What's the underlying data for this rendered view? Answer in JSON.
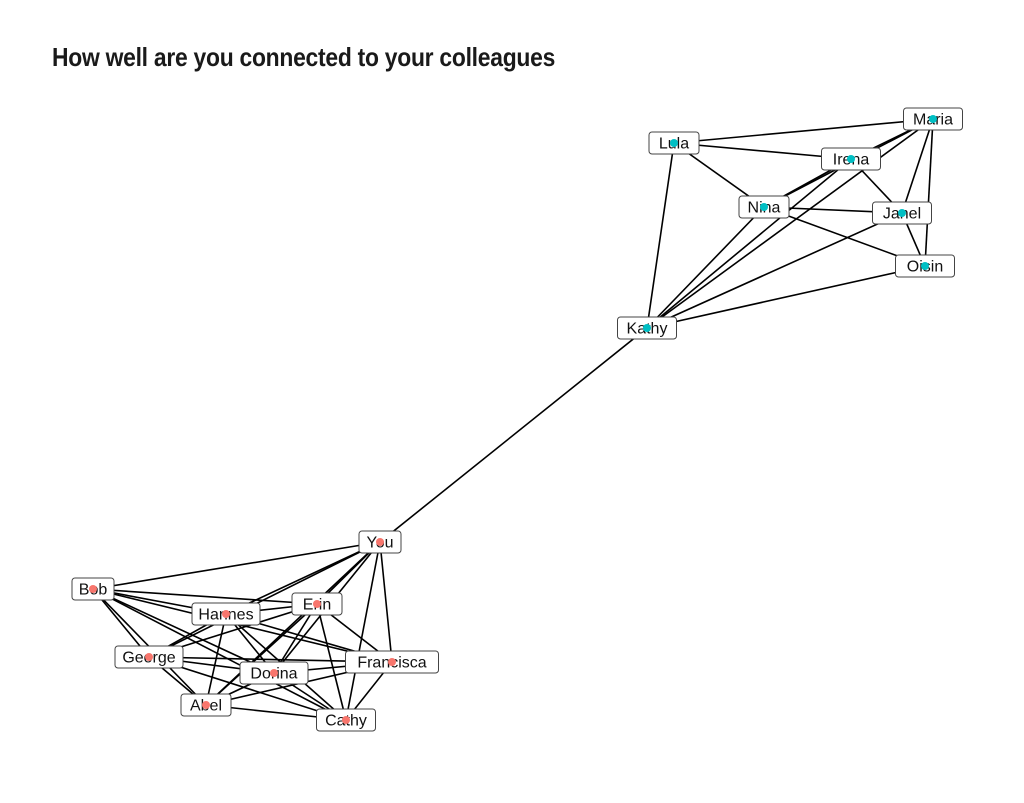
{
  "title": "How well are you connected to your colleagues",
  "colors": {
    "group_a": "#f8766d",
    "group_b": "#00bfc4",
    "edge": "#000000"
  },
  "nodes": [
    {
      "id": "You",
      "label": "You",
      "group": "a"
    },
    {
      "id": "Bob",
      "label": "Bob",
      "group": "a"
    },
    {
      "id": "Hannes",
      "label": "Hannes",
      "group": "a"
    },
    {
      "id": "Erin",
      "label": "Erin",
      "group": "a"
    },
    {
      "id": "George",
      "label": "George",
      "group": "a"
    },
    {
      "id": "Dorina",
      "label": "Dorina",
      "group": "a"
    },
    {
      "id": "Francisca",
      "label": "Francisca",
      "group": "a"
    },
    {
      "id": "Abel",
      "label": "Abel",
      "group": "a"
    },
    {
      "id": "Cathy",
      "label": "Cathy",
      "group": "a"
    },
    {
      "id": "Kathy",
      "label": "Kathy",
      "group": "b"
    },
    {
      "id": "Lula",
      "label": "Lula",
      "group": "b"
    },
    {
      "id": "Maria",
      "label": "Maria",
      "group": "b"
    },
    {
      "id": "Irena",
      "label": "Irena",
      "group": "b"
    },
    {
      "id": "Nina",
      "label": "Nina",
      "group": "b"
    },
    {
      "id": "Janel",
      "label": "Janel",
      "group": "b"
    },
    {
      "id": "Oisin",
      "label": "Oisin",
      "group": "b"
    }
  ],
  "edges": [
    [
      "You",
      "Kathy"
    ],
    [
      "You",
      "Bob"
    ],
    [
      "You",
      "Hannes"
    ],
    [
      "You",
      "Erin"
    ],
    [
      "You",
      "George"
    ],
    [
      "You",
      "Dorina"
    ],
    [
      "You",
      "Francisca"
    ],
    [
      "You",
      "Abel"
    ],
    [
      "You",
      "Cathy"
    ],
    [
      "Bob",
      "Hannes"
    ],
    [
      "Bob",
      "Erin"
    ],
    [
      "Bob",
      "George"
    ],
    [
      "Bob",
      "Dorina"
    ],
    [
      "Bob",
      "Francisca"
    ],
    [
      "Bob",
      "Abel"
    ],
    [
      "Bob",
      "Cathy"
    ],
    [
      "Hannes",
      "Erin"
    ],
    [
      "Hannes",
      "George"
    ],
    [
      "Hannes",
      "Dorina"
    ],
    [
      "Hannes",
      "Francisca"
    ],
    [
      "Hannes",
      "Abel"
    ],
    [
      "Hannes",
      "Cathy"
    ],
    [
      "Erin",
      "George"
    ],
    [
      "Erin",
      "Dorina"
    ],
    [
      "Erin",
      "Francisca"
    ],
    [
      "Erin",
      "Abel"
    ],
    [
      "Erin",
      "Cathy"
    ],
    [
      "George",
      "Dorina"
    ],
    [
      "George",
      "Francisca"
    ],
    [
      "George",
      "Abel"
    ],
    [
      "George",
      "Cathy"
    ],
    [
      "Dorina",
      "Francisca"
    ],
    [
      "Dorina",
      "Abel"
    ],
    [
      "Dorina",
      "Cathy"
    ],
    [
      "Francisca",
      "Abel"
    ],
    [
      "Francisca",
      "Cathy"
    ],
    [
      "Abel",
      "Cathy"
    ],
    [
      "Kathy",
      "Lula"
    ],
    [
      "Kathy",
      "Nina"
    ],
    [
      "Kathy",
      "Irena"
    ],
    [
      "Kathy",
      "Janel"
    ],
    [
      "Kathy",
      "Oisin"
    ],
    [
      "Kathy",
      "Maria"
    ],
    [
      "Lula",
      "Maria"
    ],
    [
      "Lula",
      "Irena"
    ],
    [
      "Lula",
      "Nina"
    ],
    [
      "Maria",
      "Irena"
    ],
    [
      "Maria",
      "Nina"
    ],
    [
      "Maria",
      "Janel"
    ],
    [
      "Maria",
      "Oisin"
    ],
    [
      "Irena",
      "Nina"
    ],
    [
      "Irena",
      "Janel"
    ],
    [
      "Nina",
      "Janel"
    ],
    [
      "Nina",
      "Oisin"
    ],
    [
      "Janel",
      "Oisin"
    ]
  ]
}
